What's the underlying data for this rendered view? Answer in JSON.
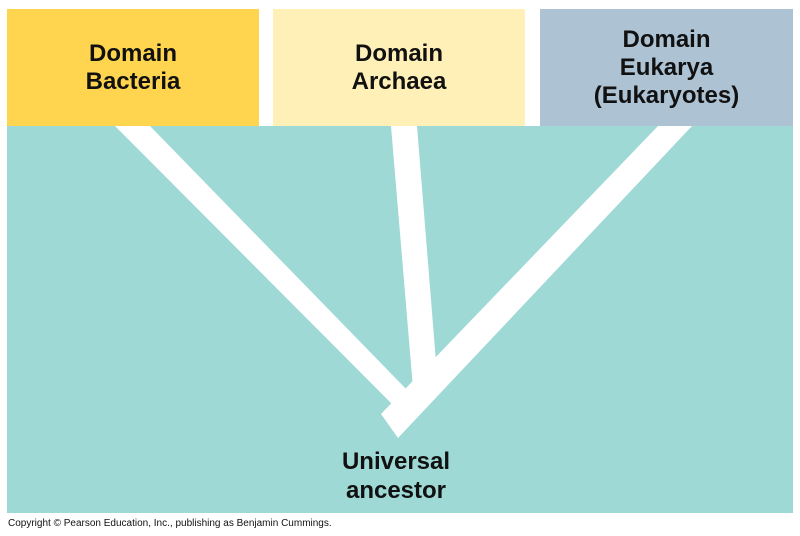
{
  "domains": [
    {
      "line1": "Domain",
      "line2": "Bacteria",
      "line3": "",
      "color": "#FFD54F"
    },
    {
      "line1": "Domain",
      "line2": "Archaea",
      "line3": "",
      "color": "#FFF0B8"
    },
    {
      "line1": "Domain",
      "line2": "Eukarya",
      "line3": "(Eukaryotes)",
      "color": "#ADC3D3"
    }
  ],
  "root": {
    "line1": "Universal",
    "line2": "ancestor"
  },
  "colors": {
    "tree_background": "#9ED9D5",
    "branch": "#FFFFFF"
  },
  "copyright": "Copyright © Pearson Education, Inc., publishing as Benjamin Cummings."
}
